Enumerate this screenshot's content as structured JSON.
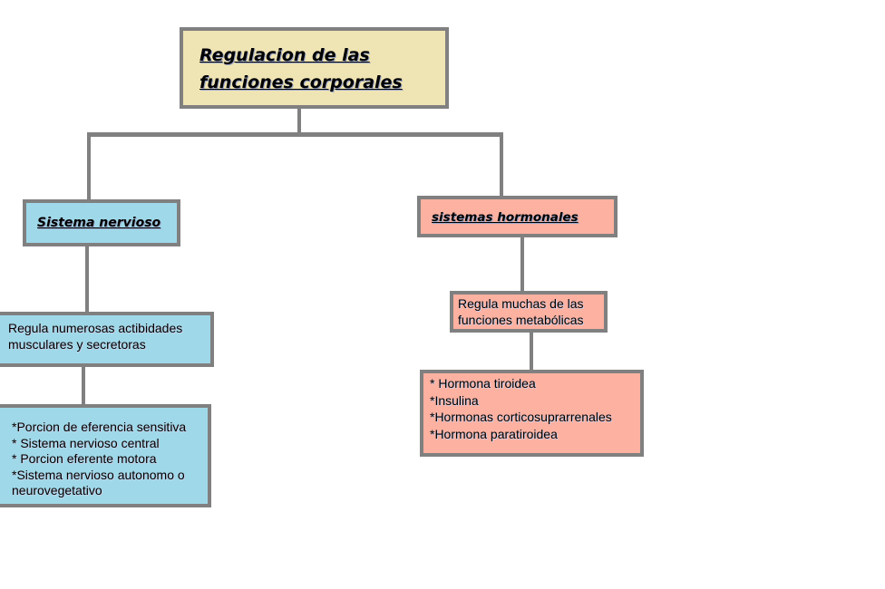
{
  "diagram": {
    "root": {
      "title_line1": "Regulacion de las",
      "title_line2": "funciones corporales"
    },
    "left_branch": {
      "heading": "Sistema nervioso",
      "description": [
        "Regula numerosas actibidades",
        "musculares y secretoras"
      ],
      "items": [
        "*Porcion de eferencia sensitiva",
        "* Sistema nervioso central",
        "* Porcion eferente motora",
        "*Sistema nervioso autonomo o",
        "neurovegetativo"
      ]
    },
    "right_branch": {
      "heading": "sistemas hormonales",
      "description": [
        "Regula muchas de las",
        "funciones metabólicas"
      ],
      "items": [
        "* Hormona tiroidea",
        "*Insulina",
        "*Hormonas corticosuprarrenales",
        "*Hormona paratiroidea"
      ]
    },
    "colors": {
      "root_fill": "#efe4b3",
      "nervous_fill": "#9fd9e9",
      "hormonal_fill": "#fdb1a1",
      "connector": "#808080"
    }
  }
}
